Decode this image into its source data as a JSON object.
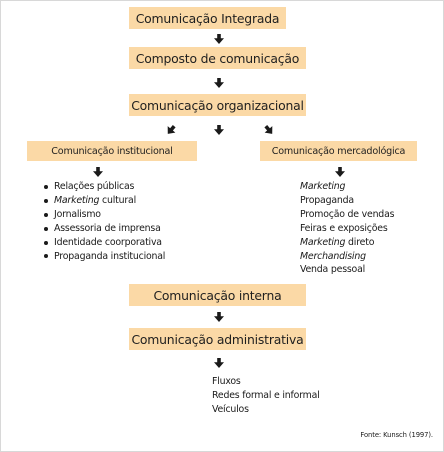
{
  "boxes": {
    "integrada": "Comunicação Integrada",
    "composto": "Composto de comunicação",
    "organizacional": "Comunicação organizacional",
    "institucional": "Comunicação institucional",
    "mercadologica": "Comunicação mercadológica",
    "interna": "Comunicação interna",
    "administrativa": "Comunicação administrativa"
  },
  "institucional_items": [
    {
      "italic": "",
      "text": "Relações públicas"
    },
    {
      "italic": "Marketing",
      "text": " cultural"
    },
    {
      "italic": "",
      "text": "Jornalismo"
    },
    {
      "italic": "",
      "text": "Assessoria de imprensa"
    },
    {
      "italic": "",
      "text": "Identidade coorporativa"
    },
    {
      "italic": "",
      "text": "Propaganda institucional"
    }
  ],
  "mercadologica_items": [
    {
      "italic": "Marketing",
      "text": ""
    },
    {
      "italic": "",
      "text": "Propaganda"
    },
    {
      "italic": "",
      "text": "Promoção de vendas"
    },
    {
      "italic": "",
      "text": "Feiras e exposições"
    },
    {
      "italic": "Marketing",
      "text": " direto"
    },
    {
      "italic": "Merchandising",
      "text": ""
    },
    {
      "italic": "",
      "text": "Venda pessoal"
    }
  ],
  "administrativa_items": [
    "Fluxos",
    "Redes formal e informal",
    "Veículos"
  ],
  "source": "Fonte: Kunsch (1997).",
  "colors": {
    "box_fill": "#fbd9a6",
    "text": "#1a1a1a"
  }
}
